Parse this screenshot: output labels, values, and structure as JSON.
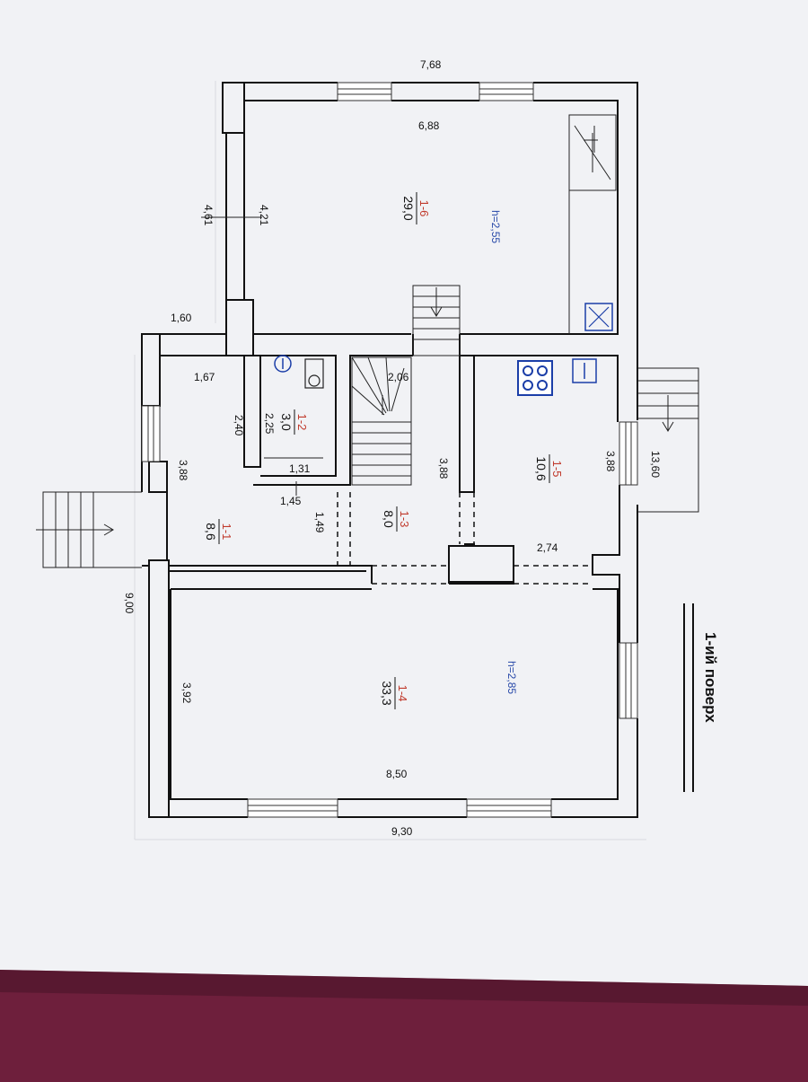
{
  "plan": {
    "floor_title": "1-ий поверх",
    "overall_dims": {
      "top_outer": "7,68",
      "top_inner": "6,88",
      "left_upper_outer": "4,61",
      "left_upper_inner": "4,21",
      "step_width": "1,60",
      "overall_length": "9,00",
      "bottom_outer": "9,30",
      "bottom_inner": "8,50",
      "right_length": "13,60"
    },
    "rooms": [
      {
        "id": "1-6",
        "area": "29,0",
        "height": "h=2,55"
      },
      {
        "id": "1-2",
        "area": "3,0",
        "dim_a": "2,25",
        "dim_b": "1,31"
      },
      {
        "id": "1-1",
        "area": "8,6",
        "dim_a": "1,67",
        "dim_b": "2,40",
        "dim_c": "3,88"
      },
      {
        "id": "1-3",
        "area": "8,0",
        "dim_a": "2,06",
        "dim_b": "3,88",
        "dim_c": "1,45",
        "dim_d": "1,49"
      },
      {
        "id": "1-5",
        "area": "10,6",
        "dim_a": "3,88",
        "dim_b": "2,74"
      },
      {
        "id": "1-4",
        "area": "33,3",
        "height": "h=2,85",
        "dim_a": "3,92"
      }
    ]
  }
}
